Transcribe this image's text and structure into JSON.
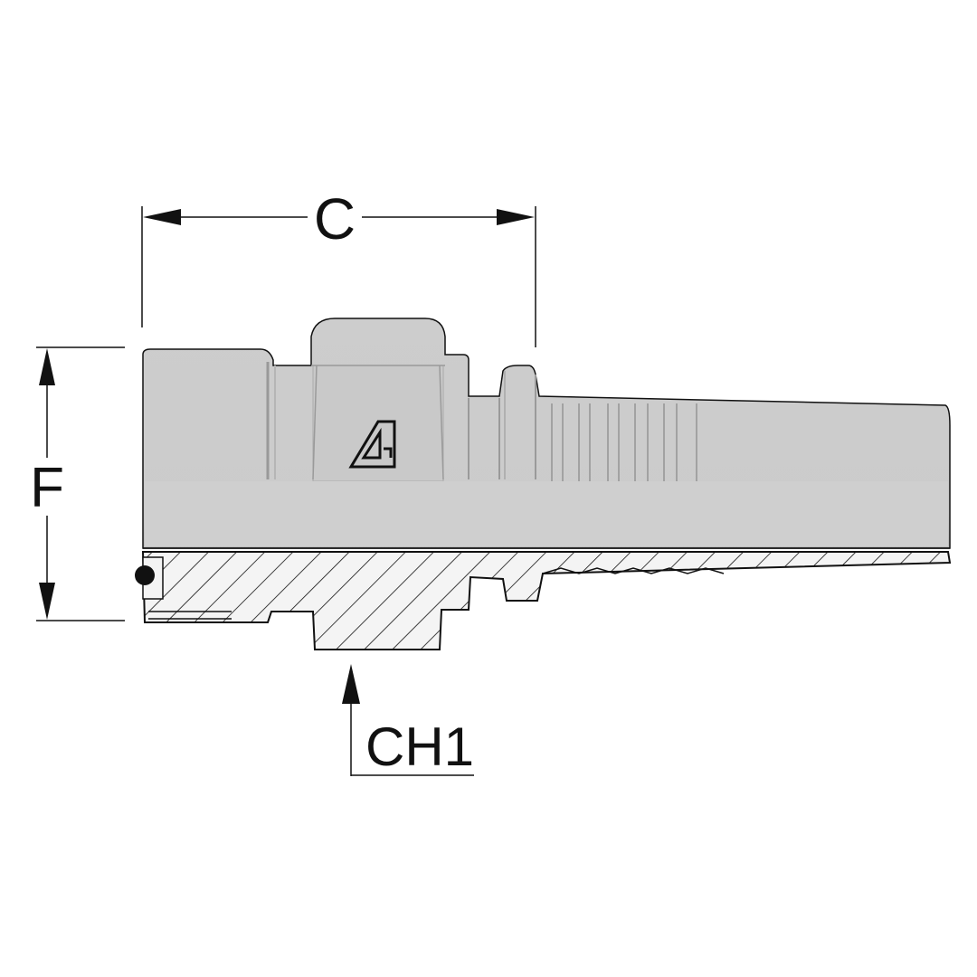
{
  "dimensions": {
    "length_label": "C",
    "diameter_label": "F",
    "hex_label": "CH1"
  },
  "colors": {
    "body_fill": "#c8c8c8",
    "body_light": "#d6d6d6",
    "section_fill": "#f4f4f4",
    "line": "#111111",
    "shadow": "#a9a9a9"
  },
  "icons": {
    "logo": "brand-logo-icon"
  }
}
